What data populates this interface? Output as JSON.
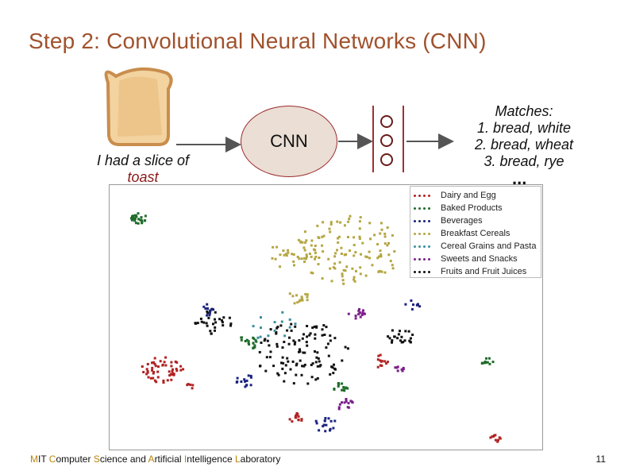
{
  "slide": {
    "title": "Step 2: Convolutional Neural Networks (CNN)",
    "caption_line1": "I had a slice of",
    "caption_line2": "toast",
    "cnn_label": "CNN",
    "matches_heading": "Matches:",
    "matches": [
      "1.  bread, white",
      "2.  bread, wheat",
      "3.  bread, rye"
    ],
    "ellipsis": "...",
    "page_number": "11"
  },
  "footer": {
    "parts": [
      {
        "text": "M",
        "accent": true
      },
      {
        "text": "IT ",
        "accent": false
      },
      {
        "text": "C",
        "accent": true
      },
      {
        "text": "omputer ",
        "accent": false
      },
      {
        "text": "S",
        "accent": true
      },
      {
        "text": "cience and ",
        "accent": false
      },
      {
        "text": "A",
        "accent": true
      },
      {
        "text": "rtificial ",
        "accent": false
      },
      {
        "text": "I",
        "accent": true
      },
      {
        "text": "ntelligence ",
        "accent": false
      },
      {
        "text": "L",
        "accent": true
      },
      {
        "text": "aboratory",
        "accent": false
      }
    ]
  },
  "legend": [
    {
      "label": "Dairy and Egg",
      "color": "#b22222"
    },
    {
      "label": "Baked Products",
      "color": "#1f6b2a"
    },
    {
      "label": "Beverages",
      "color": "#1a237e"
    },
    {
      "label": "Breakfast Cereals",
      "color": "#b5a642"
    },
    {
      "label": "Cereal Grains and Pasta",
      "color": "#3a8fa0"
    },
    {
      "label": "Sweets and Snacks",
      "color": "#7b1f8a"
    },
    {
      "label": "Fruits and Fruit Juices",
      "color": "#111111"
    }
  ],
  "colors": {
    "title": "#a0522d",
    "node_fill": "#eaded5",
    "node_border": "#9a2a2a",
    "arrow": "#555555",
    "footer_accent": "#b8860b"
  },
  "icons": {
    "toast": "toast-slice-image"
  }
}
